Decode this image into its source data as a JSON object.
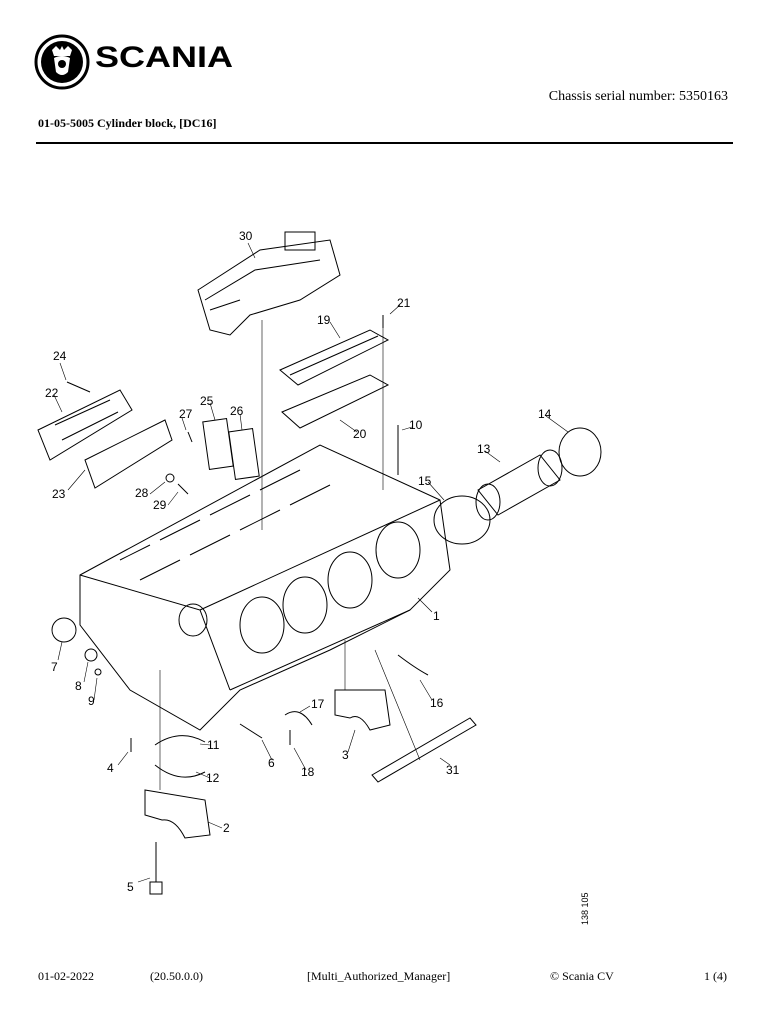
{
  "header": {
    "brand": "SCANIA",
    "chassis_serial": "Chassis serial number: 5350163",
    "doc_title": "01-05-5005 Cylinder block, [DC16]"
  },
  "diagram": {
    "callouts": [
      "30",
      "21",
      "19",
      "24",
      "22",
      "27",
      "25",
      "26",
      "20",
      "10",
      "14",
      "13",
      "15",
      "28",
      "29",
      "23",
      "1",
      "7",
      "8",
      "9",
      "16",
      "17",
      "3",
      "31",
      "6",
      "18",
      "11",
      "4",
      "12",
      "2",
      "5"
    ],
    "ref_code": "138 105"
  },
  "footer": {
    "date": "01-02-2022",
    "version": "(20.50.0.0)",
    "role": "[Multi_Authorized_Manager]",
    "copyright": "© Scania CV",
    "page": "1 (4)"
  }
}
